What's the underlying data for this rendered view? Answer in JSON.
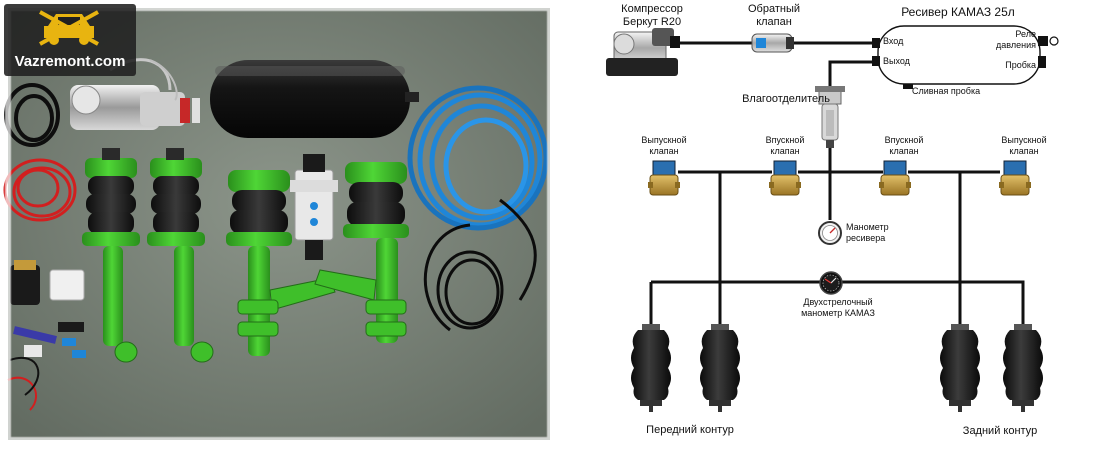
{
  "watermark": {
    "site": "Vazremont.com"
  },
  "diagram": {
    "compressor": [
      "Компрессор",
      "Беркут R20"
    ],
    "check_valve": [
      "Обратный",
      "клапан"
    ],
    "receiver": "Ресивер КАМАЗ 25л",
    "inlet": "Вход",
    "outlet": "Выход",
    "pressure_relay": [
      "Реле",
      "давления"
    ],
    "plug": "Пробка",
    "drain_plug": "Сливная пробка",
    "separator": "Влагоотделитель",
    "exhaust_valve_left": [
      "Выпускной",
      "клапан"
    ],
    "intake_valve_left": [
      "Впускной",
      "клапан"
    ],
    "intake_valve_right": [
      "Впускной",
      "клапан"
    ],
    "exhaust_valve_right": [
      "Выпускной",
      "клапан"
    ],
    "receiver_gauge": [
      "Манометр",
      "ресивера"
    ],
    "dual_gauge": [
      "Двухстрелочный",
      "манометр КАМАЗ"
    ],
    "front_circuit": "Передний контур",
    "rear_circuit": "Задний контур"
  },
  "colors": {
    "photo_bg": "#7a8479",
    "spring_green": "#3fbf2a",
    "bellows": "#1c1c1c",
    "hose_blue": "#1f86d8",
    "tank": "#111111",
    "line": "#111111",
    "brass": "#c49a3a",
    "coil_blue": "#2a6fb0"
  }
}
